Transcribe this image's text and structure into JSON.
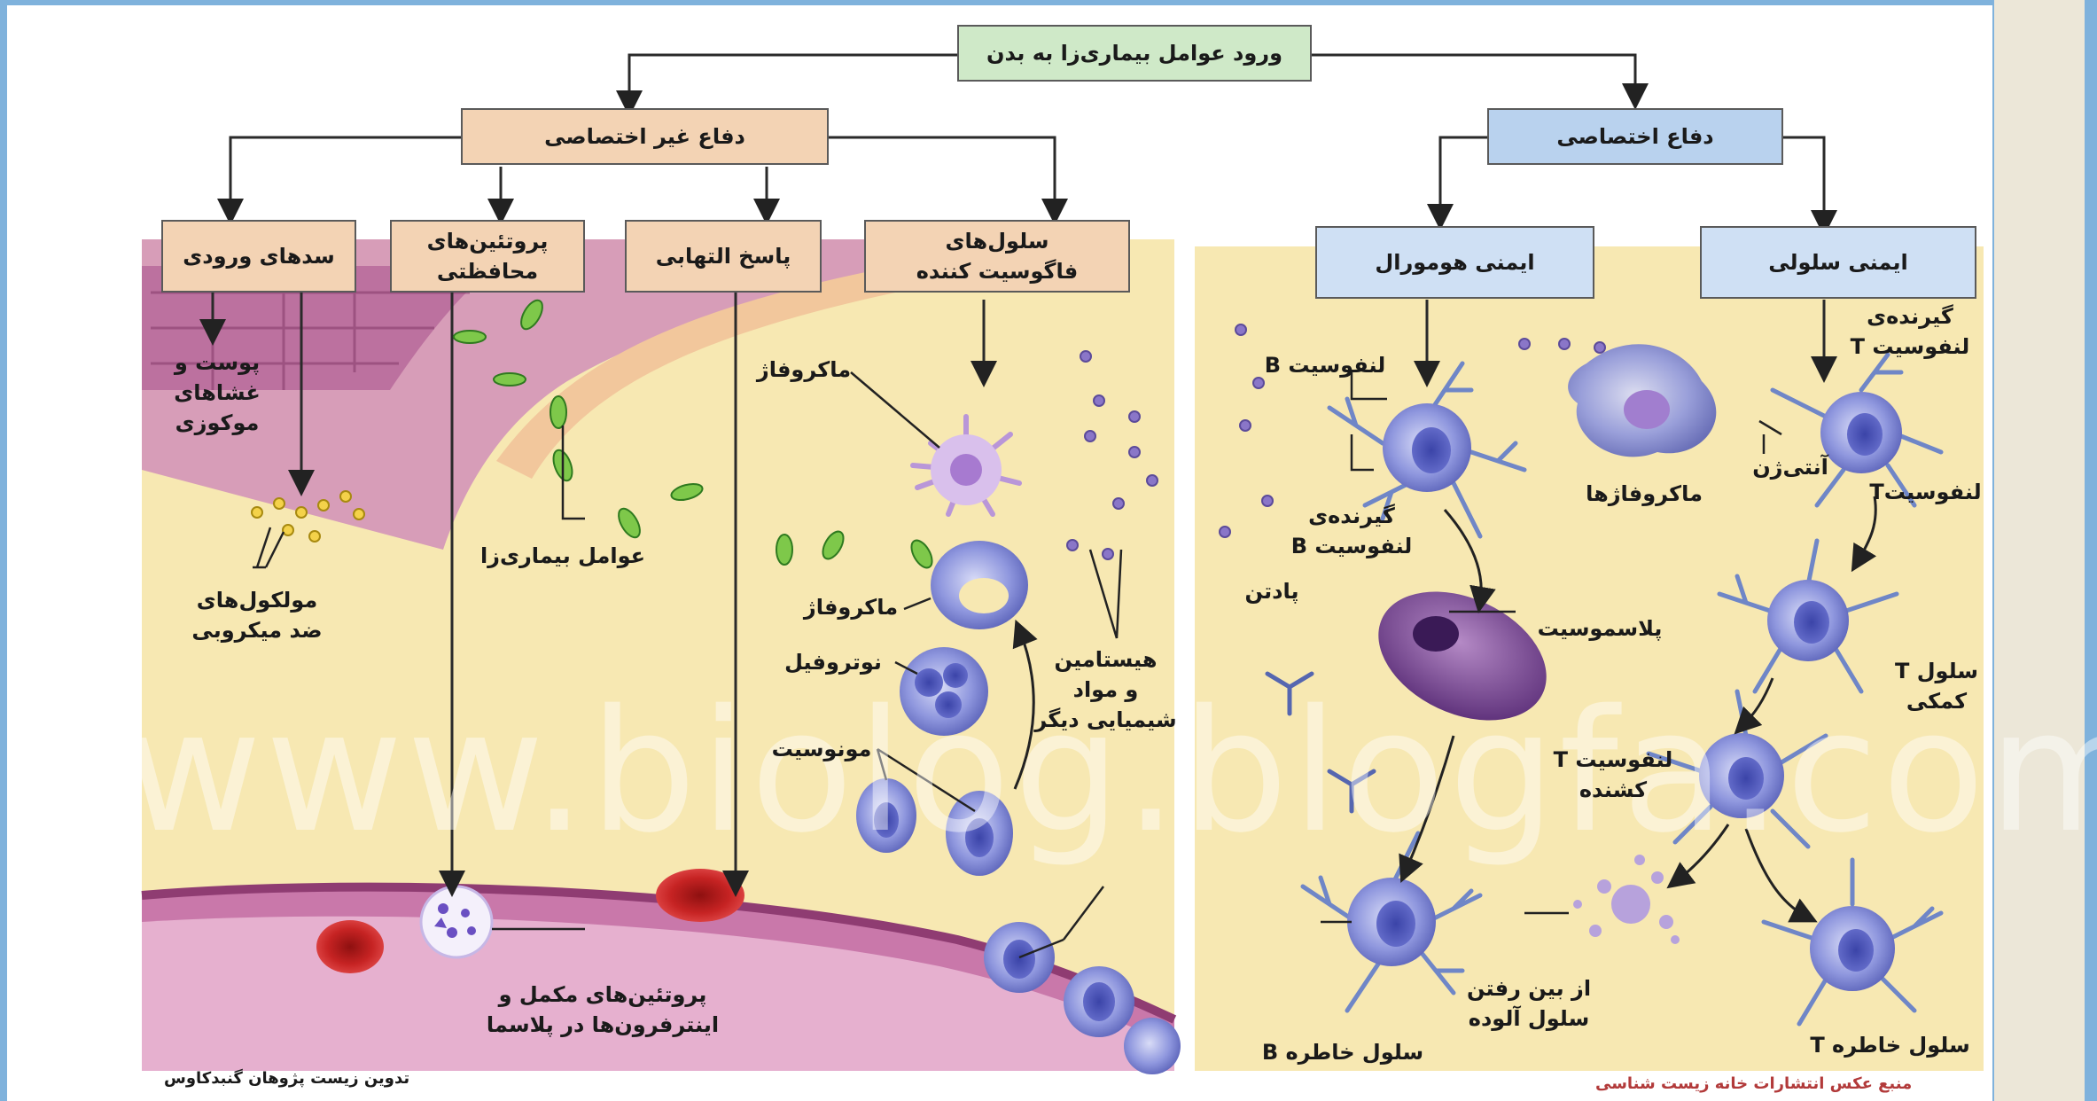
{
  "title_box": "ورود عوامل بیماری‌زا به بدن",
  "nonspecific": {
    "title": "دفاع غیر اختصاصی",
    "branches": [
      "سدهای ورودی",
      "پروتئین‌های\nمحافظتی",
      "پاسخ التهابی",
      "سلول‌های\nفاگوسیت کننده"
    ],
    "labels": {
      "skin": "پوست و\nغشاهای\nموکوزی",
      "antimicrobial": "مولکول‌های\nضد میکروبی",
      "pathogens": "عوامل بیماری‌زا",
      "macrophage_top": "ماکروفاژ",
      "macrophage_mid": "ماکروفاژ",
      "neutrophil": "نوتروفیل",
      "monocyte": "مونوسیت",
      "histamine": "هیستامین\nو مواد\nشیمیایی دیگر",
      "complement": "پروتئین‌های مکمل و\nاینترفرون‌ها در پلاسما"
    }
  },
  "specific": {
    "title": "دفاع اختصاصی",
    "branches": [
      "ایمنی هومورال",
      "ایمنی سلولی"
    ],
    "labels": {
      "b_lymphocyte": "لنفوسیت B",
      "b_receptor": "گیرنده‌ی\nلنفوسیت B",
      "antibody": "پادتن",
      "plasmocyte": "پلاسموسیت",
      "memory_b": "سلول خاطره B",
      "t_receptor": "گیرنده‌ی\nلنفوسیت T",
      "antigen": "آنتی‌ژن",
      "macrophages": "ماکروفاژها",
      "t_lymphocyte": "لنفوسیتT",
      "helper_t": "سلول T\nکمکی",
      "killer_t": "لنفوسیت T\nکشنده",
      "infected_kill": "از بین رفتن\nسلول آلوده",
      "memory_t": "سلول خاطره T"
    }
  },
  "watermark": "www.biolog.blogfa.com",
  "credit_left": "تدوین زیست پژوهان گنبدکاوس",
  "credit_right": "منبع عکس انتشارات خانه زیست شناسی",
  "colors": {
    "border": "#7fb2dc",
    "title_box": "#cfe9c8",
    "nonspecific": "#f3d3b4",
    "specific": "#b9d2ee",
    "panel": "#f6e7b0",
    "vessel": "#c06a9e"
  }
}
